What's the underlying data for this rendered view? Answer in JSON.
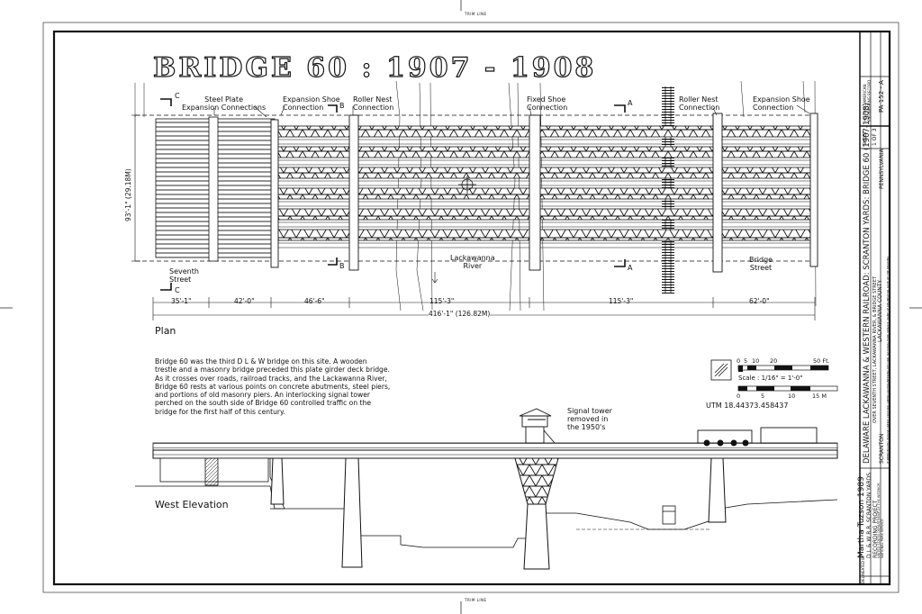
{
  "trim_top": "TRIM LINE",
  "trim_bottom": "TRIM LINE",
  "title": "BRIDGE 60 : 1907 - 1908",
  "plan": {
    "labels": {
      "steel_plate": "Steel Plate\nExpansion Connections",
      "exp_shoe_1": "Expansion Shoe\nConnection",
      "roller_nest_1": "Roller Nest\nConnection",
      "fixed_shoe": "Fixed Shoe\nConnection",
      "roller_nest_2": "Roller Nest\nConnection",
      "exp_shoe_2": "Expansion Shoe\nConnection",
      "seventh_street": "Seventh\nStreet",
      "river": "Lackawanna\nRiver",
      "bridge_street": "Bridge\nStreet"
    },
    "section_marks": {
      "c1": "C",
      "c2": "C",
      "b1": "B",
      "b2": "B",
      "a1": "A",
      "a2": "A"
    },
    "vertical_dim": "93'-1\" (29.18M)",
    "dims": [
      "35'-1\"",
      "42'-0\"",
      "46'-6\"",
      "115'-3\"",
      "115'-3\"",
      "62'-0\""
    ],
    "overall_dim": "416'-1\" (126.82M)",
    "heading": "Plan"
  },
  "description": "Bridge 60 was the third D L & W bridge on this site. A wooden trestle and a masonry bridge preceded this plate girder deck bridge. As it crosses over roads, railroad tracks, and the Lackawanna River, Bridge 60 rests at various points on concrete abutments, steel piers, and portions of old masonry piers. An interlocking signal tower perched on the south side of Bridge 60 controlled traffic on the bridge for the first half of this century.",
  "scale": {
    "ticks_ft": [
      "0",
      "5",
      "10",
      "20",
      "50 Ft."
    ],
    "ticks_m": [
      "0",
      "5",
      "10",
      "15 M"
    ],
    "scale_text": "Scale : 1/16\" = 1'-0\"",
    "utm": "UTM 18.44373.458437"
  },
  "signal_tower": "Signal tower\nremoved in\nthe 1950's",
  "elevation_heading": "West Elevation",
  "title_block": {
    "delineated_by": "DELINEATED BY",
    "delineator": "Martha Tuzson 1989",
    "project": "D L & W R.R. SCRANTON YARDS\nRECORDING PROJECT",
    "project_sub": "UNITED STATES DEPARTMENT OF THE INTERIOR\nNATIONAL PARK SERVICE",
    "main_title": "DELAWARE LACKAWANNA & WESTERN RAILROAD: SCRANTON YARDS: BRIDGE 60 (1907-1908)",
    "sub_title": "OVER SEVENTH STREET, LACKAWANNA RIVER, & BRIDGE STREET",
    "city": "SCRANTON",
    "county": "LACKAWANNA COUNTY",
    "state": "PENNSYLVANIA",
    "footer_note": "IF REPRODUCED, PLEASE CREDIT: HISTORIC AMERICAN ENGINEERING RECORD, NATIONAL PARK SERVICE, NAME OF DELINEATOR, DATE OF THE DRAWING",
    "sheet_label": "SHEET",
    "sheet": "1 OF 3",
    "haer_label": "HISTORIC AMERICAN\nENGINEERING RECORD",
    "haer_no": "PA 152 - A"
  }
}
